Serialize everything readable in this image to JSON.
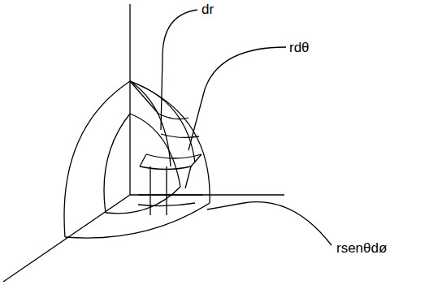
{
  "diagram": {
    "labels": [
      "dr",
      "rdθ",
      "rsenθdø"
    ]
  }
}
